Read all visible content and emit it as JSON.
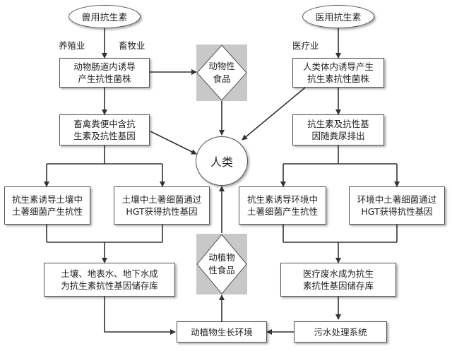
{
  "nodes": {
    "vet_antibiotics": "兽用抗生素",
    "medical_antibiotics": "医用抗生素",
    "animal_gut": "动物肠道内诱导\n产生抗性菌株",
    "human_body": "人类体内诱导产生\n抗生素抗性菌株",
    "animal_food": "动物性\n食品",
    "livestock_manure": "畜禽粪便中含抗\n生素及抗性基因",
    "excreted": "抗生素及抗性基\n因随粪尿排出",
    "humans": "人类",
    "soil_induce": "抗生素诱导土壤中\n土著细菌产生抗性",
    "soil_hgt": "土壤中土著细菌通过\nHGT获得抗性基因",
    "env_induce": "抗生素诱导环境中\n土著细菌产生抗性",
    "env_hgt": "环境中土著细菌通过\nHGT获得抗性基因",
    "plant_food": "动植物\n性食品",
    "soil_reservoir": "土壤、地表水、地下水成\n为抗生素抗性基因储存库",
    "wastewater_reservoir": "医疗废水成为抗生\n素抗性基因储存库",
    "plant_environment": "动植物生长环境",
    "sewage_system": "污水处理系统"
  },
  "edge_labels": {
    "aquaculture": "养殖业",
    "animal_husbandry": "畜牧业",
    "medical_industry": "医疗业"
  },
  "colors": {
    "line": "#333333",
    "diamond_fill": "#ffffff",
    "diamond_backdrop": "#c8c8c8",
    "node_border": "#555555"
  }
}
